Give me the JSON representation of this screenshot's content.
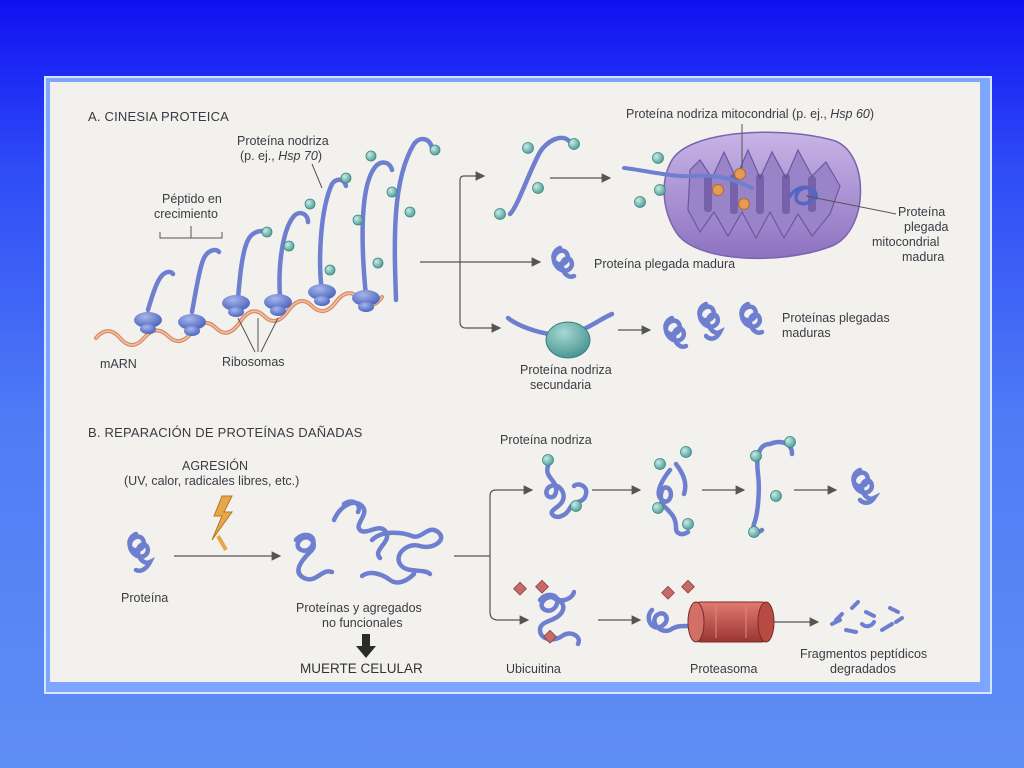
{
  "section_a": {
    "title": "A. CINESIA PROTEICA",
    "hsp70_line1": "Proteína nodriza",
    "hsp70_line2_prefix": "(p. ej., ",
    "hsp70_line2_italic": "Hsp 70",
    "hsp70_line2_suffix": ")",
    "peptide_line1": "Péptido en",
    "peptide_line2": "crecimiento",
    "marn": "mARN",
    "ribosomes": "Ribosomas",
    "mito_chaperone_prefix": "Proteína nodriza mitocondrial (p. ej., ",
    "mito_chaperone_italic": "Hsp 60",
    "mito_chaperone_suffix": ")",
    "mito_folded_1": "Proteína",
    "mito_folded_2": "plegada",
    "mito_folded_3": "mitocondrial",
    "mito_folded_4": "madura",
    "mature_folded": "Proteína plegada madura",
    "mature_folded_plural_1": "Proteínas plegadas",
    "mature_folded_plural_2": "maduras",
    "secondary_1": "Proteína nodriza",
    "secondary_2": "secundaria"
  },
  "section_b": {
    "title": "B. REPARACIÓN DE PROTEÍNAS DAÑADAS",
    "aggression_1": "AGRESIÓN",
    "aggression_2": "(UV, calor, radicales libres, etc.)",
    "protein": "Proteína",
    "nonfunctional_1": "Proteínas y agregados",
    "nonfunctional_2": "no funcionales",
    "cell_death": "MUERTE CELULAR",
    "chaperone": "Proteína nodriza",
    "ubiquitin": "Ubicuitina",
    "proteasome": "Proteasoma",
    "fragments_1": "Fragmentos peptídicos",
    "fragments_2": "degradados"
  },
  "colors": {
    "protein": "#6e7fd0",
    "chaperone": "#6fb7b0",
    "ribosome": "#5d78cc",
    "mito": "#a88fd0",
    "proteasome": "#c0504a",
    "ubiquitin": "#c76a6a",
    "hsp60": "#e59a55"
  }
}
